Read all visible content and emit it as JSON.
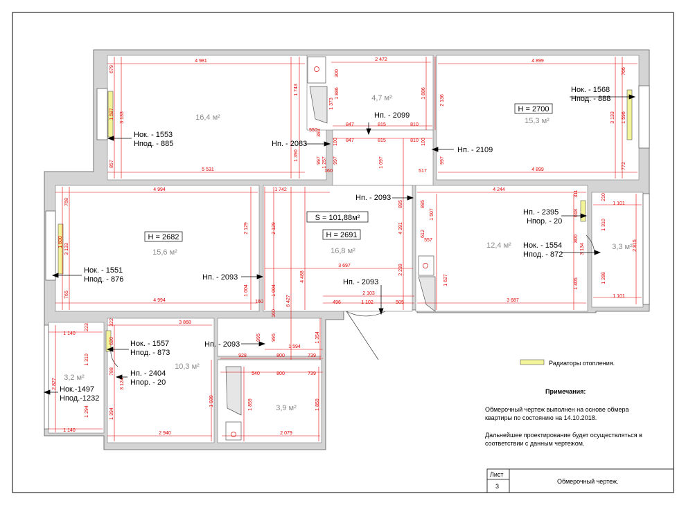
{
  "rooms": [
    {
      "id": "r1",
      "area": "16,4 м²"
    },
    {
      "id": "r2",
      "area": "4,7 м²"
    },
    {
      "id": "r3",
      "area": "15,3 м²"
    },
    {
      "id": "r4",
      "area": "15,6 м²"
    },
    {
      "id": "r5",
      "area": "16,8 м²"
    },
    {
      "id": "r6",
      "area": "12,4 м²"
    },
    {
      "id": "r7",
      "area": "3,3 м²"
    },
    {
      "id": "r8",
      "area": "3,2 м²"
    },
    {
      "id": "r9",
      "area": "10,3 м²"
    },
    {
      "id": "r10",
      "area": "3,9 м²"
    }
  ],
  "boxed_labels": {
    "h_bed1": "H = 2700",
    "h_living": "H = 2682",
    "total_area": "S = 101,88м²",
    "h_hall": "H = 2691"
  },
  "annotations": {
    "a1": "Hок. - 1553",
    "a2": "Hпод. - 885",
    "a3": "Hп. - 2083",
    "a4": "Hп. - 2099",
    "a5": "Hп. - 2109",
    "a6": "Hок. - 1568",
    "a7": "Hпод. - 888",
    "a8": "Hп. - 2093",
    "a9": "Hп. - 2395",
    "a10": "Hпор. - 20",
    "a11": "Hок. - 1554",
    "a12": "Hпод. - 872",
    "a13": "Hок. - 1551",
    "a14": "Hпод. - 876",
    "a15": "Hп. - 2093",
    "a16": "Hп. - 2093",
    "a17": "Hок. - 1557",
    "a18": "Hпод. - 873",
    "a19": "Hп. - 2093",
    "a20": "Hп. - 2404",
    "a21": "Hпор. - 20",
    "a22": "Hок.-1497",
    "a23": "Hпод.-1232"
  },
  "dimensions": {
    "d1": "4 981",
    "d2": "2 472",
    "d3": "4 899",
    "d4": "5 531",
    "d5": "4 899",
    "d6": "4 994",
    "d7": "1 742",
    "d8": "4 244",
    "d9": "3 697",
    "d10": "4 994",
    "d11": "3 868",
    "d12": "2 940",
    "d13": "2 079",
    "d14": "1 140",
    "d15": "1 140",
    "d16": "1 101",
    "d17": "1 101",
    "d18": "3 687",
    "d19": "2 103",
    "d20": "1 102",
    "d21": "496",
    "d22": "505",
    "d23": "1 594",
    "d24": "928",
    "d25": "739",
    "d26": "800",
    "d27": "540",
    "d28": "800",
    "d29": "739",
    "d30": "847",
    "d31": "815",
    "d32": "810",
    "d33": "847",
    "d34": "815",
    "d35": "810",
    "d36": "3 133",
    "d37": "3 133",
    "d38": "3 133",
    "d39": "1 597",
    "d40": "1 596",
    "d41": "1 600",
    "d42": "4 488",
    "d43": "6 427",
    "d44": "4 391",
    "d45": "2 129",
    "d46": "2 129",
    "d47": "1 743",
    "d48": "1 390",
    "d49": "1 886",
    "d50": "1 886",
    "d51": "2 136",
    "d52": "1 373",
    "d53": "1 257",
    "d54": "1 097",
    "d55": "1 004",
    "d56": "1 004",
    "d57": "2 239",
    "d58": "1 627",
    "d59": "1 405",
    "d60": "3 134",
    "d61": "1 310",
    "d62": "2 815",
    "d63": "1 288",
    "d64": "1 310",
    "d65": "2 827",
    "d66": "1 294",
    "d67": "3 124",
    "d68": "1 394",
    "d69": "1 939",
    "d70": "1 859",
    "d71": "1 859",
    "d72": "1 354",
    "d73": "1 507",
    "d74": "679",
    "d75": "857",
    "d76": "766",
    "d77": "772",
    "d78": "768",
    "d79": "765",
    "d80": "550",
    "d81": "393",
    "d82": "997",
    "d83": "997",
    "d84": "997",
    "d85": "160",
    "d86": "160",
    "d87": "160",
    "d88": "895",
    "d89": "895",
    "d90": "517",
    "d91": "612",
    "d92": "557",
    "d93": "618",
    "d94": "311",
    "d95": "800",
    "d96": "995",
    "d97": "995",
    "d98": "223",
    "d99": "322",
    "d100": "620",
    "d101": "788",
    "d102": "100",
    "d103": "100",
    "d104": "300",
    "d105": "210"
  },
  "legend": {
    "label": "Радиаторы отопления.",
    "swatch_color": "#f3f39a"
  },
  "notes": {
    "title": "Примечания:",
    "p1_line1": "Обмерочный чертеж выполнен на основе обмера",
    "p1_line2": "квартиры по состоянию на 14.10.2018.",
    "p2_line1": "Дальнейшее проектирование будет осуществляться в",
    "p2_line2": "соответствии с данным чертежом."
  },
  "title_block": {
    "sheet_label": "Лист",
    "sheet_number": "3",
    "title": "Обмерочный чертеж."
  },
  "colors": {
    "wall": "#d4d4d4",
    "dim": "#e00000",
    "radiator": "#f3f39a"
  }
}
